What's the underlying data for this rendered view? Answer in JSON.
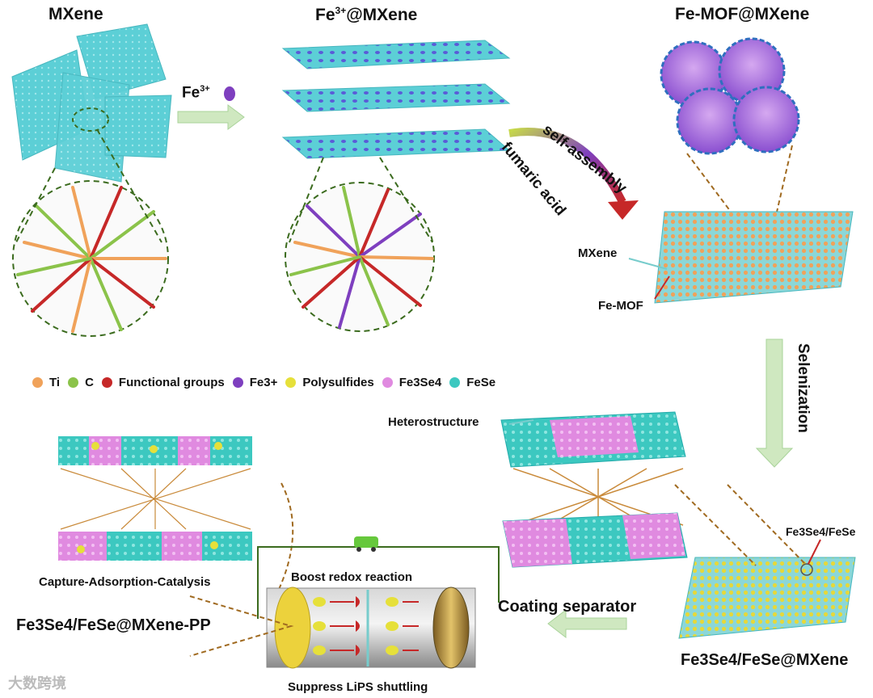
{
  "stages": {
    "mxene": "MXene",
    "fe_mxene_pre": "Fe",
    "fe_mxene_sup": "3+",
    "fe_mxene_post": "@MXene",
    "femof_mxene": "Fe-MOF@MXene"
  },
  "arrows": {
    "fe3_pre": "Fe",
    "fe3_sup": "3+",
    "self_assembly": "self-assembly",
    "fumaric_acid": "fumaric acid",
    "selenization": "Selenization",
    "coating_separator": "Coating separator"
  },
  "labels": {
    "mxene_small": "MXene",
    "fe_mof": "Fe-MOF",
    "heterostructure": "Heterostructure",
    "capture": "Capture-Adsorption-Catalysis",
    "boost": "Boost redox reaction",
    "suppress": "Suppress LiPS shuttling",
    "fe3se4_fese_tag": "Fe3Se4/FeSe",
    "pp_label": "Fe3Se4/FeSe@MXene-PP",
    "final_label": "Fe3Se4/FeSe@MXene"
  },
  "legend": [
    {
      "label": "Ti",
      "color": "#f0a25a"
    },
    {
      "label": "C",
      "color": "#8bc34a"
    },
    {
      "label": "Functional groups",
      "color": "#c62828"
    },
    {
      "label": "Fe3+",
      "color": "#7e3fbf"
    },
    {
      "label": "Polysulfides",
      "color": "#e6e03a"
    },
    {
      "label": "Fe3Se4",
      "color": "#e08ae0"
    },
    {
      "label": "FeSe",
      "color": "#3cc8c0"
    }
  ],
  "colors": {
    "mxene": "#5ccfd6",
    "fe3": "#7e3fbf",
    "mof": "#b47ee0",
    "arrow": "#cfe8c0",
    "fese": "#3cc8c0",
    "fe3se4": "#e08ae0",
    "polysulfide": "#e6e03a"
  },
  "watermark": "大数跨境"
}
